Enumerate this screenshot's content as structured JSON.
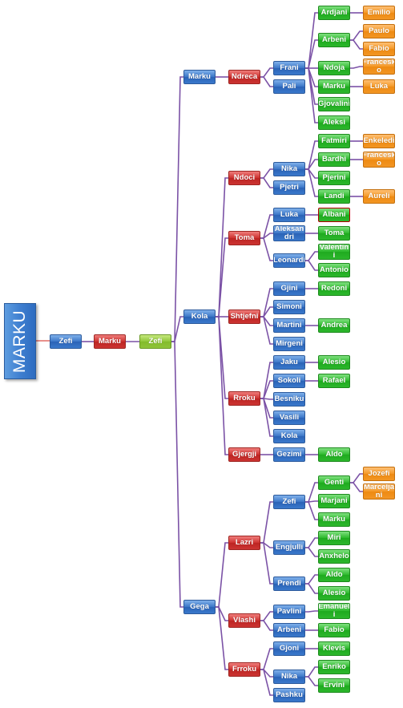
{
  "root": "MARKU",
  "nodes": {
    "n_zefi_a": "Zefi",
    "n_marku_a": "Marku",
    "n_zefi_b": "Zefi",
    "n_marku_b": "Marku",
    "n_kola": "Kola",
    "n_gega": "Gega",
    "n_ndreca": "Ndreca",
    "n_frani": "Frani",
    "n_pali": "Pali",
    "n_ardjani": "Ardjani",
    "n_arbeni1": "Arbeni",
    "n_ndoja": "Ndoja",
    "n_marku_c": "Marku",
    "n_gjovalini": "Gjovalini",
    "n_aleksi": "Aleksi",
    "n_emilio": "Emilio",
    "n_paulo": "Paulo",
    "n_fabio1": "Fabio",
    "n_francesko1": "Francesk o",
    "n_luka1": "Luka",
    "n_ndoci": "Ndoci",
    "n_nika1": "Nika",
    "n_pjetri": "Pjetri",
    "n_fatmiri": "Fatmiri",
    "n_bardhi": "Bardhi",
    "n_pjerini": "Pjerini",
    "n_landi": "Landi",
    "n_enkeledi": "Enkeledi",
    "n_francesko2": "Francesk o",
    "n_aureli": "Aureli",
    "n_toma1": "Toma",
    "n_luka2": "Luka",
    "n_aleksandri": "Aleksan dri",
    "n_leonardi": "Leonardi",
    "n_albani": "Albani",
    "n_toma2": "Toma",
    "n_valentini": "Valentin i",
    "n_antonio": "Antonio",
    "n_shtjefni": "Shtjefni",
    "n_gjini": "Gjini",
    "n_simoni": "Simoni",
    "n_martini": "Martini",
    "n_mirgeni": "Mirgeni",
    "n_redoni": "Redoni",
    "n_andrea": "Andrea",
    "n_rroku": "Rroku",
    "n_jaku": "Jaku",
    "n_sokoli": "Sokoli",
    "n_besniku": "Besniku",
    "n_vasili": "Vasili",
    "n_kola2": "Kola",
    "n_alesio1": "Alesio",
    "n_rafael": "Rafael",
    "n_gjergji": "Gjergji",
    "n_gezimi": "Gezimi",
    "n_aldo1": "Aldo",
    "n_lazri": "Lazri",
    "n_zefi_c": "Zefi",
    "n_engjulli": "Engjulli",
    "n_prendi": "Prendi",
    "n_genti": "Genti",
    "n_marjani": "Marjani",
    "n_marku_d": "Marku",
    "n_jozefi": "Jozefi",
    "n_marcelja": "Marcelja ni",
    "n_miri": "Miri",
    "n_anxhelo": "Anxhelo",
    "n_aldo2": "Aldo",
    "n_alesio2": "Alesio",
    "n_vlashi": "Vlashi",
    "n_pavlini": "Pavlini",
    "n_arbeni2": "Arbeni",
    "n_emanueli": "Emanuel i",
    "n_fabio2": "Fabio",
    "n_frroku": "Frroku",
    "n_gjoni": "Gjoni",
    "n_nika2": "Nika",
    "n_pashku": "Pashku",
    "n_klevis": "Klevis",
    "n_enriko": "Enriko",
    "n_ervini": "Ervini"
  },
  "colors": {
    "connector": "#7b52a6",
    "root_link": "#e8908c",
    "blue": "#3d78c9",
    "red": "#cf3432",
    "green": "#2fbb2f",
    "orange": "#f59a2a",
    "lime": "#92c83c"
  }
}
